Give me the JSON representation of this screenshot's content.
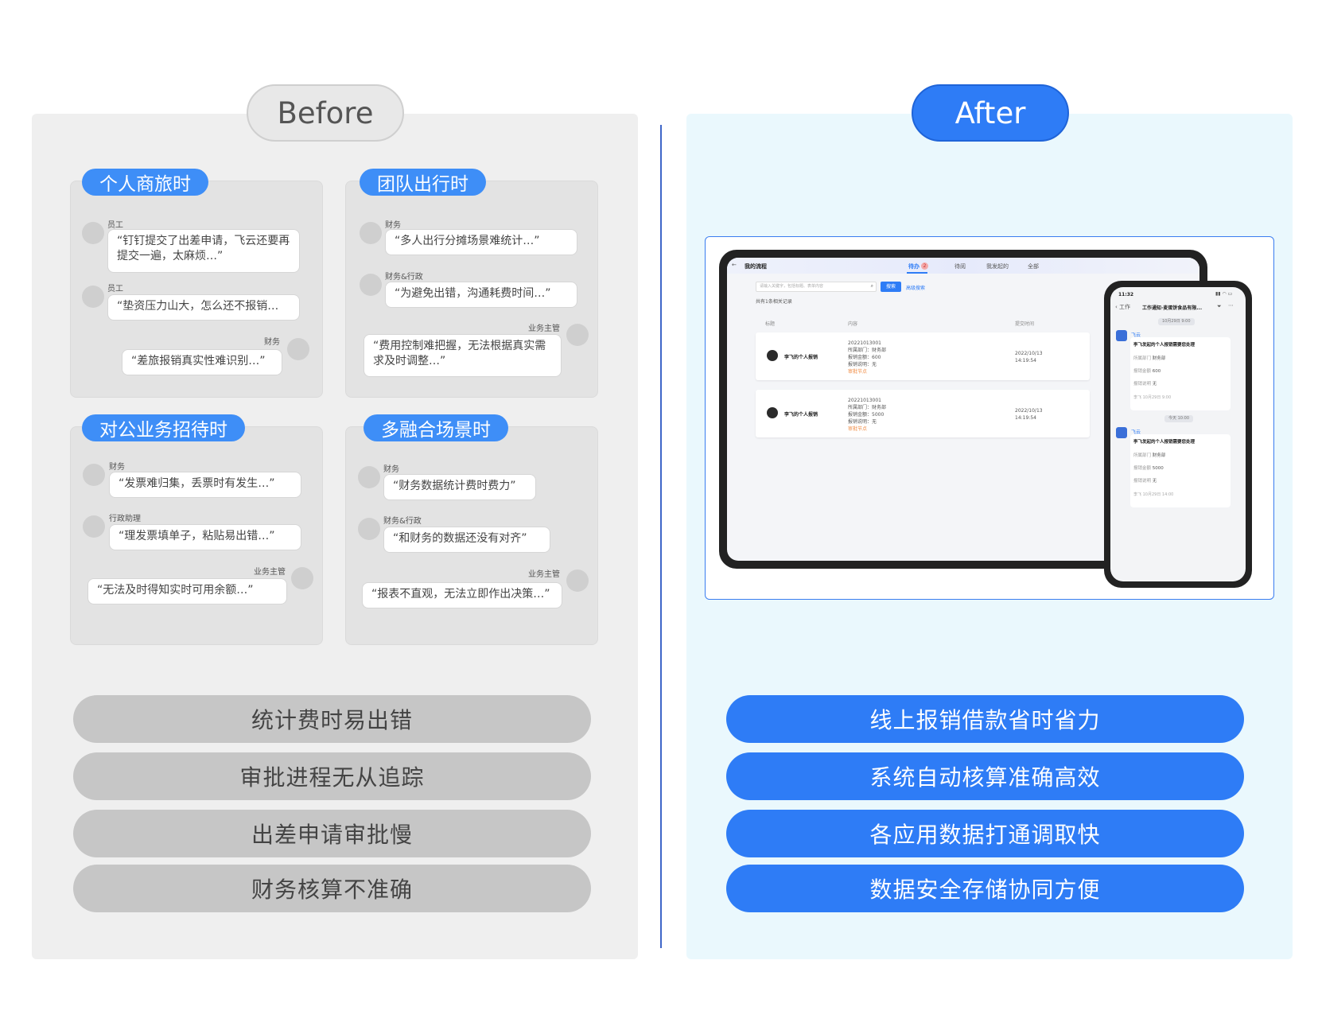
{
  "before": {
    "header": "Before",
    "scenarios": [
      {
        "tag": "个人商旅时",
        "comments": [
          {
            "role": "员工",
            "text": "“钉钉提交了出差申请，飞云还要再提交一遍，太麻烦…”"
          },
          {
            "role": "员工",
            "text": "“垫资压力山大，怎么还不报销…"
          },
          {
            "role": "财务",
            "text": "“差旅报销真实性难识别…”"
          }
        ]
      },
      {
        "tag": "团队出行时",
        "comments": [
          {
            "role": "财务",
            "text": "“多人出行分摊场景难统计…”"
          },
          {
            "role": "财务&行政",
            "text": "“为避免出错，沟通耗费时间…”"
          },
          {
            "role": "业务主管",
            "text": "“费用控制难把握，无法根据真实需求及时调整…”"
          }
        ]
      },
      {
        "tag": "对公业务招待时",
        "comments": [
          {
            "role": "财务",
            "text": "“发票难归集，丢票时有发生…”"
          },
          {
            "role": "行政助理",
            "text": "“理发票填单子，粘贴易出错…”"
          },
          {
            "role": "业务主管",
            "text": "“无法及时得知实时可用余额…”"
          }
        ]
      },
      {
        "tag": "多融合场景时",
        "comments": [
          {
            "role": "财务",
            "text": "“财务数据统计费时费力”"
          },
          {
            "role": "财务&行政",
            "text": "“和财务的数据还没有对齐”"
          },
          {
            "role": "业务主管",
            "text": "“报表不直观，无法立即作出决策…”"
          }
        ]
      }
    ],
    "problems": [
      "统计费时易出错",
      "审批进程无从追踪",
      "出差申请审批慢",
      "财务核算不准确"
    ]
  },
  "after": {
    "header": "After",
    "benefits": [
      "线上报销借款省时省力",
      "系统自动核算准确高效",
      "各应用数据打通调取快",
      "数据安全存储协同方便"
    ],
    "tablet": {
      "title": "我的流程",
      "tabs": [
        "待办",
        "待阅",
        "我发起的",
        "全部"
      ],
      "tab_badge": "2",
      "search_placeholder": "请输入关键字，包括标题、表单内容",
      "search_button": "搜索",
      "advanced": "高级搜索",
      "count_text": "共有1条相关记录",
      "columns": [
        "标题",
        "内容",
        "提交时间"
      ],
      "rows": [
        {
          "title": "李飞的个人报销",
          "lines": [
            "20221013001",
            "所属部门：财务部",
            "报销金额：600",
            "报销说明：无"
          ],
          "node": "审批节点",
          "date": "2022/10/13",
          "time": "14:19:54"
        },
        {
          "title": "李飞的个人报销",
          "lines": [
            "20221013001",
            "所属部门：财务部",
            "报销金额：5000",
            "报销说明：无"
          ],
          "node": "审批节点",
          "date": "2022/10/13",
          "time": "14:19:54"
        }
      ]
    },
    "phone": {
      "time": "11:32",
      "nav_back": "工作",
      "nav_title": "工作通知·麦蛋饼食品有限...",
      "date1": "10月29日 9:00",
      "date2": "今天 10:00",
      "messages": [
        {
          "sender": "飞云",
          "title": "李飞发起的个人报销需要您处理",
          "dept_label": "所属部门",
          "dept": "财务部",
          "amount_label": "报销金额",
          "amount": "600",
          "note_label": "报销说明",
          "note": "无",
          "foot": "李飞 10月29日 9:00"
        },
        {
          "sender": "飞云",
          "title": "李飞发起的个人报销需要您处理",
          "dept_label": "所属部门",
          "dept": "财务部",
          "amount_label": "报销金额",
          "amount": "5000",
          "note_label": "报销说明",
          "note": "无",
          "foot": "李飞 10月29日 14:00"
        }
      ]
    }
  },
  "colors": {
    "accent": "#2e7cf6",
    "tag": "#3e8ef7",
    "before_bg": "#efefef",
    "after_bg": "#eaf8fd",
    "grey_pill": "#c6c6c6"
  }
}
